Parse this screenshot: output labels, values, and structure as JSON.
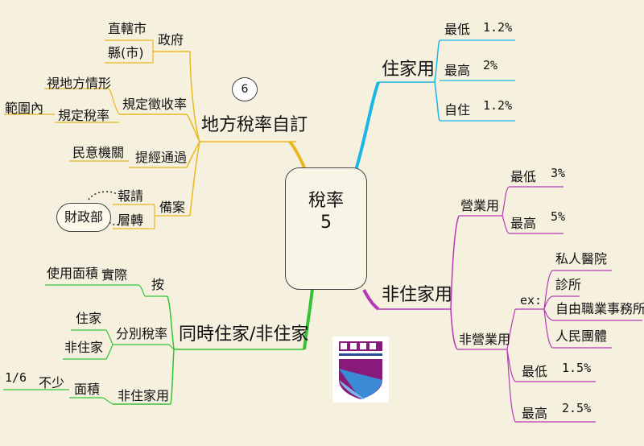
{
  "center": {
    "title": "稅率",
    "number": "5"
  },
  "badge": "6",
  "local": {
    "title": "地方稅率自訂",
    "government": "政府",
    "city": "直轄市",
    "county": "縣(市)",
    "rule": "規定徵收率",
    "situation": "視地方情形",
    "rate_rule": "規定稅率",
    "range": "範圍內",
    "pass": "提經通過",
    "council": "民意機關",
    "record": "備案",
    "report": "報請",
    "forward": "層轉",
    "finance": "財政部"
  },
  "residential": {
    "title": "住家用",
    "min_label": "最低",
    "min": "1.2%",
    "max_label": "最高",
    "max": "2%",
    "self_label": "自住",
    "self": "1.2%"
  },
  "non_residential": {
    "title": "非住家用",
    "business": {
      "title": "營業用",
      "min_label": "最低",
      "min": "3%",
      "max_label": "最高",
      "max": "5%"
    },
    "non_business": {
      "title": "非營業用",
      "ex": "ex:",
      "examples": [
        "私人醫院",
        "診所",
        "自由職業事務所",
        "人民團體"
      ],
      "min_label": "最低",
      "min": "1.5%",
      "max_label": "最高",
      "max": "2.5%"
    }
  },
  "mixed": {
    "title": "同時住家/非住家",
    "by": "按",
    "actual": "實際",
    "usage_area": "使用面積",
    "separate": "分別稅率",
    "home": "住家",
    "non_home": "非住家",
    "non_home_use": "非住家用",
    "area": "面積",
    "not_less": "不少",
    "fraction": "1/6"
  },
  "colors": {
    "local": "#e8b820",
    "residential": "#19b6e8",
    "non_residential": "#b63ab6",
    "mixed": "#34c334"
  }
}
